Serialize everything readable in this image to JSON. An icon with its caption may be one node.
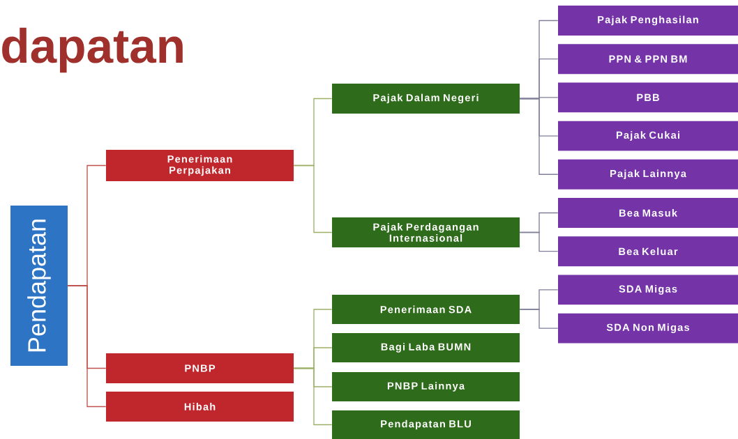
{
  "diagram": {
    "title": "dapatan",
    "nodes": [
      {
        "text": [
          "Pendapatan"
        ]
      },
      {
        "text": [
          "Penerimaan Perpajakan"
        ]
      },
      {
        "text": [
          "PNBP"
        ]
      },
      {
        "text": [
          "Hibah"
        ]
      },
      {
        "text": [
          "Pajak Dalam Negeri"
        ]
      },
      {
        "text": [
          "Pajak Perdagangan Internasional"
        ]
      },
      {
        "text": [
          "Penerimaan SDA"
        ]
      },
      {
        "text": [
          "Bagi Laba BUMN"
        ]
      },
      {
        "text": [
          "PNBP Lainnya"
        ]
      },
      {
        "text": [
          "Pendapatan BLU"
        ]
      },
      {
        "text": [
          "Pajak Penghasilan"
        ]
      },
      {
        "text": [
          "PPN & PPN BM"
        ]
      },
      {
        "text": [
          "PBB"
        ]
      },
      {
        "text": [
          "Pajak Cukai"
        ]
      },
      {
        "text": [
          "Pajak Lainnya"
        ]
      },
      {
        "text": [
          "Bea Masuk"
        ]
      },
      {
        "text": [
          "Bea Keluar"
        ]
      },
      {
        "text": [
          "SDA Migas"
        ]
      },
      {
        "text": [
          "SDA Non Migas"
        ]
      }
    ],
    "edges": [
      {
        "from": 0,
        "to": 1,
        "arrow": "none",
        "color": "#c0504d"
      },
      {
        "from": 0,
        "to": 2,
        "arrow": "none",
        "color": "#c0504d"
      },
      {
        "from": 0,
        "to": 3,
        "arrow": "none",
        "color": "#c0504d"
      },
      {
        "from": 1,
        "to": 4,
        "arrow": "none",
        "color": "#9bb066"
      },
      {
        "from": 1,
        "to": 5,
        "arrow": "none",
        "color": "#9bb066"
      },
      {
        "from": 2,
        "to": 6,
        "arrow": "none",
        "color": "#9bb066"
      },
      {
        "from": 2,
        "to": 7,
        "arrow": "none",
        "color": "#9bb066"
      },
      {
        "from": 2,
        "to": 8,
        "arrow": "none",
        "color": "#9bb066"
      },
      {
        "from": 2,
        "to": 9,
        "arrow": "none",
        "color": "#9bb066"
      },
      {
        "from": 4,
        "to": 10,
        "arrow": "none",
        "color": "#7f7f99"
      },
      {
        "from": 4,
        "to": 11,
        "arrow": "none",
        "color": "#7f7f99"
      },
      {
        "from": 4,
        "to": 12,
        "arrow": "none",
        "color": "#7f7f99"
      },
      {
        "from": 4,
        "to": 13,
        "arrow": "none",
        "color": "#7f7f99"
      },
      {
        "from": 4,
        "to": 14,
        "arrow": "none",
        "color": "#7f7f99"
      },
      {
        "from": 5,
        "to": 15,
        "arrow": "none",
        "color": "#7f7f99"
      },
      {
        "from": 5,
        "to": 16,
        "arrow": "none",
        "color": "#7f7f99"
      },
      {
        "from": 6,
        "to": 17,
        "arrow": "none",
        "color": "#7f7f99"
      },
      {
        "from": 6,
        "to": 18,
        "arrow": "none",
        "color": "#7f7f99"
      }
    ]
  }
}
